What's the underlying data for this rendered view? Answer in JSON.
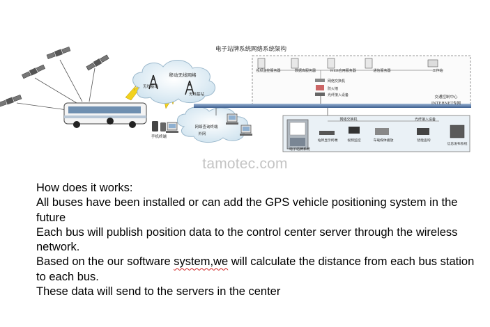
{
  "diagram": {
    "title": "电子站牌系统网络系统架构",
    "control_center_servers": [
      "视频监控服务器",
      "数据库服务器",
      "WEB应用服务器",
      "通信服务器",
      "工作站"
    ],
    "network_switch": "网络交换机",
    "firewall": "防火墙",
    "fiber_access_top": "光纤接入设备",
    "control_center_label": "交通控制中心",
    "internet_label": "INTERNET专网",
    "wireless_network": "移动无线网络",
    "base_stations": [
      "无线基站",
      "无线基站"
    ],
    "mobile_terminal": "手机终端",
    "query_terminal": "网络查询终端",
    "external_network": "外网",
    "station_switch": "网络交换机",
    "station_fiber": "光纤接入设备",
    "station_devices": [
      "站牌显示终端",
      "视频监控",
      "车载媒体播放",
      "智能查询",
      "信息发布系统"
    ],
    "station_label": "电子站牌系统"
  },
  "watermark": "tamotec.com",
  "description": {
    "heading": "How does it works:",
    "line1": "All buses have been installed or can add the GPS vehicle positioning system in the future",
    "line2": "Each bus will publish position data to the control center server through the wireless network.",
    "line3_pre": "Based on the our software ",
    "line3_squiggle": "system,we",
    "line3_post": " will calculate the distance from each bus station to each bus.",
    "line4": "These data will send to the servers in the  center"
  },
  "colors": {
    "text": "#000000",
    "watermark": "#c4c4c4",
    "spellcheck": "#d02020"
  }
}
